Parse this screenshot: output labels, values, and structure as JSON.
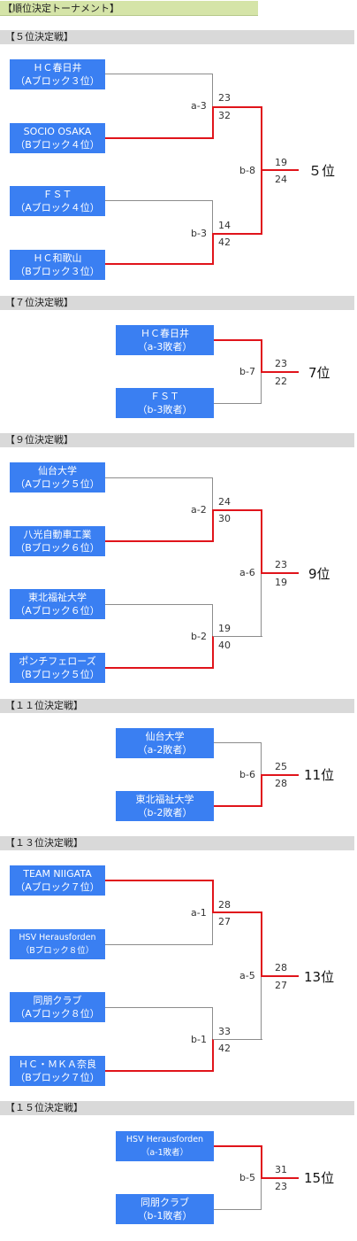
{
  "header": "【順位決定トーナメント】",
  "sections": [
    {
      "title": "【５位決定戦】",
      "teams": [
        {
          "name": "ＨＣ春日井",
          "sub": "（Aブロック３位）"
        },
        {
          "name": "SOCIO OSAKA",
          "sub": "（Bブロック４位）"
        },
        {
          "name": "ＦＳＴ",
          "sub": "（Aブロック４位）"
        },
        {
          "name": "ＨＣ和歌山",
          "sub": "（Bブロック３位）"
        }
      ],
      "matches": [
        {
          "id": "a-3",
          "top": "23",
          "bottom": "32"
        },
        {
          "id": "b-3",
          "top": "14",
          "bottom": "42"
        },
        {
          "id": "b-8",
          "top": "19",
          "bottom": "24"
        }
      ],
      "rank": "５位"
    },
    {
      "title": "【７位決定戦】",
      "teams": [
        {
          "name": "ＨＣ春日井",
          "sub": "（a-3敗者）"
        },
        {
          "name": "ＦＳＴ",
          "sub": "（b-3敗者）"
        }
      ],
      "matches": [
        {
          "id": "b-7",
          "top": "23",
          "bottom": "22"
        }
      ],
      "rank": "7位"
    },
    {
      "title": "【９位決定戦】",
      "teams": [
        {
          "name": "仙台大学",
          "sub": "（Aブロック５位）"
        },
        {
          "name": "八光自動車工業",
          "sub": "（Bブロック６位）"
        },
        {
          "name": "東北福祉大学",
          "sub": "（Aブロック６位）"
        },
        {
          "name": "ポンチフェローズ",
          "sub": "（Bブロック５位）"
        }
      ],
      "matches": [
        {
          "id": "a-2",
          "top": "24",
          "bottom": "30"
        },
        {
          "id": "b-2",
          "top": "19",
          "bottom": "40"
        },
        {
          "id": "a-6",
          "top": "23",
          "bottom": "19"
        }
      ],
      "rank": "9位"
    },
    {
      "title": "【１１位決定戦】",
      "teams": [
        {
          "name": "仙台大学",
          "sub": "（a-2敗者）"
        },
        {
          "name": "東北福祉大学",
          "sub": "（b-2敗者）"
        }
      ],
      "matches": [
        {
          "id": "b-6",
          "top": "25",
          "bottom": "28"
        }
      ],
      "rank": "11位"
    },
    {
      "title": "【１３位決定戦】",
      "teams": [
        {
          "name": "TEAM NIIGATA",
          "sub": "（Aブロック７位）"
        },
        {
          "name": "HSV Herausforden",
          "sub": "（Bブロック８位）"
        },
        {
          "name": "同朋クラブ",
          "sub": "（Aブロック８位）"
        },
        {
          "name": "ＨＣ・ＭＫＡ奈良",
          "sub": "（Bブロック７位）"
        }
      ],
      "matches": [
        {
          "id": "a-1",
          "top": "28",
          "bottom": "27"
        },
        {
          "id": "b-1",
          "top": "33",
          "bottom": "42"
        },
        {
          "id": "a-5",
          "top": "28",
          "bottom": "27"
        }
      ],
      "rank": "13位"
    },
    {
      "title": "【１５位決定戦】",
      "teams": [
        {
          "name": "HSV Herausforden",
          "sub": "（a-1敗者）"
        },
        {
          "name": "同朋クラブ",
          "sub": "（b-1敗者）"
        }
      ],
      "matches": [
        {
          "id": "b-5",
          "top": "31",
          "bottom": "23"
        }
      ],
      "rank": "15位"
    }
  ]
}
